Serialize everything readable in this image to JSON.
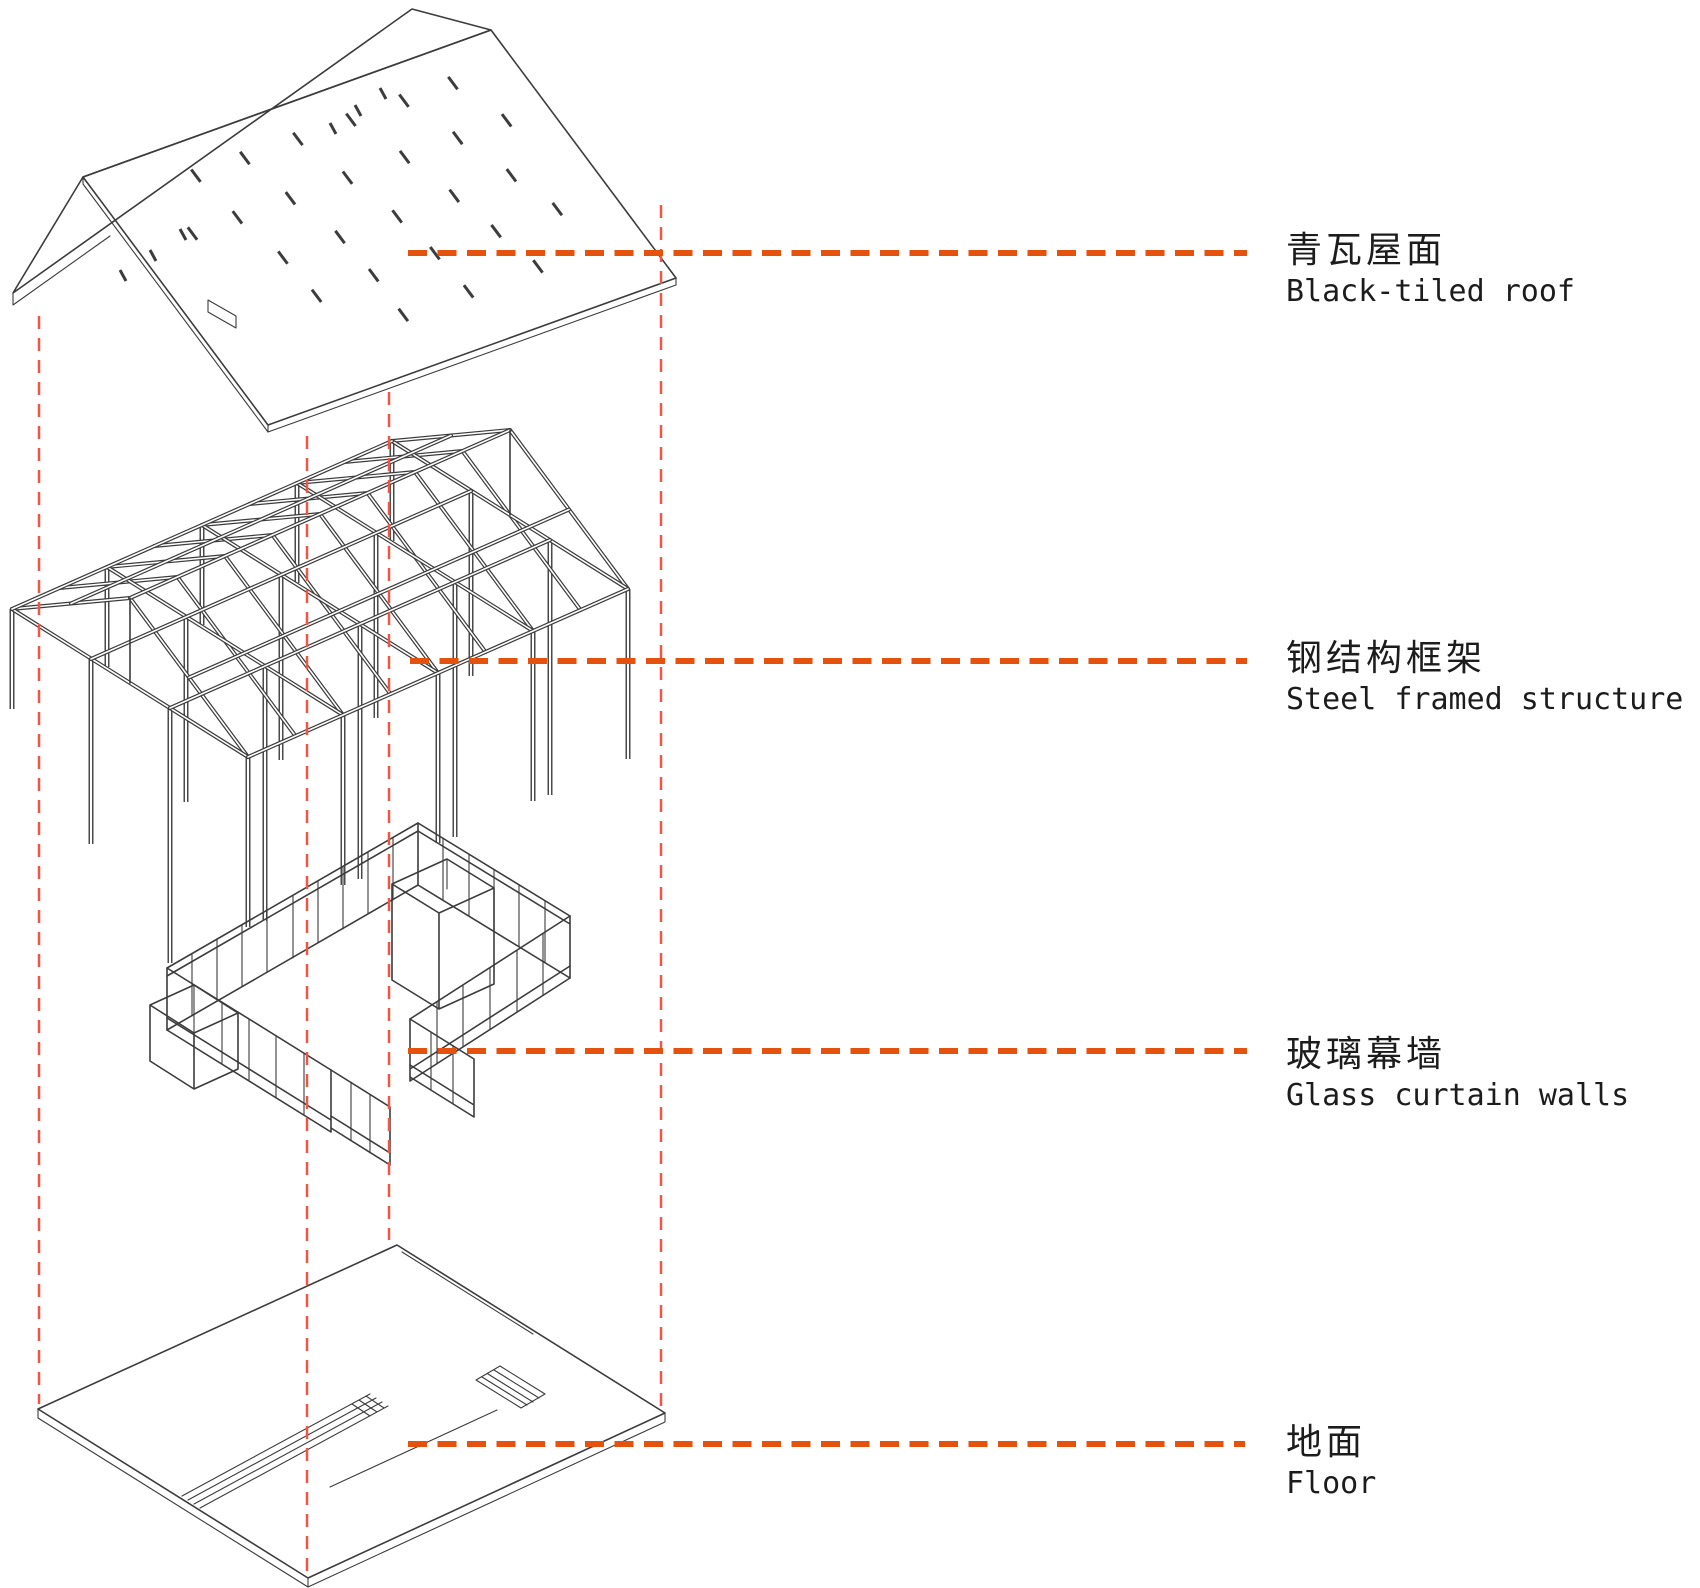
{
  "diagram": {
    "type": "exploded-axonometric-architecture-diagram",
    "background": "#ffffff"
  },
  "colors": {
    "leader_orange": "#E5520E",
    "projection_red": "#F25545",
    "ink": "#3C3C3C",
    "text": "#1C1C1C"
  },
  "layers": [
    {
      "id": "roof",
      "label_cn": "青瓦屋面",
      "label_en": "Black-tiled roof"
    },
    {
      "id": "steel-frame",
      "label_cn": "钢结构框架",
      "label_en": "Steel framed structure"
    },
    {
      "id": "glass-walls",
      "label_cn": "玻璃幕墙",
      "label_en": "Glass curtain walls"
    },
    {
      "id": "floor",
      "label_cn": "地面",
      "label_en": "Floor"
    }
  ]
}
